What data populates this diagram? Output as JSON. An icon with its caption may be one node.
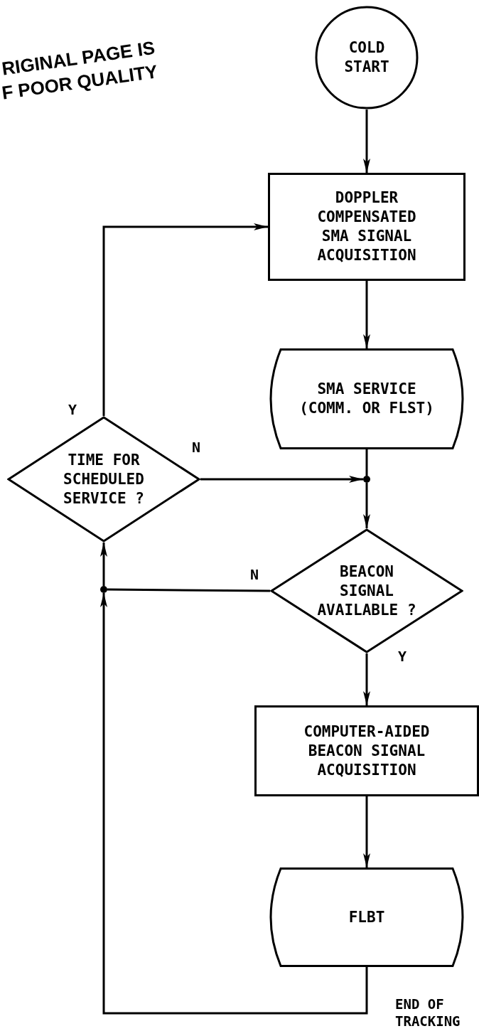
{
  "diagram": {
    "nodes": [
      {
        "text": [
          "COLD START"
        ]
      },
      {
        "text": [
          "DOPPLER COMPENSATED SMA SIGNAL ACQUISITION"
        ]
      },
      {
        "text": [
          "SMA SERVICE (COMM. OR FLST)"
        ]
      },
      {
        "text": [],
        "shape": "dot"
      },
      {
        "text": [
          "TIME FOR SCHEDULED SERVICE ?"
        ]
      },
      {
        "text": [
          "BEACON SIGNAL AVAILABLE ?"
        ]
      },
      {
        "text": [],
        "shape": "dot"
      },
      {
        "text": [
          "COMPUTER-AIDED BEACON SIGNAL ACQUISITION"
        ]
      },
      {
        "text": [
          "FLBT"
        ]
      }
    ],
    "edges": [
      {
        "from": 0,
        "to": 1,
        "arrow": "to"
      },
      {
        "from": 1,
        "to": 2,
        "arrow": "to"
      },
      {
        "from": 2,
        "to": 3,
        "arrow": "none"
      },
      {
        "from": 3,
        "to": 5,
        "arrow": "to"
      },
      {
        "from": 4,
        "to": 3,
        "arrow": "to",
        "label": "N"
      },
      {
        "from": 4,
        "to": 1,
        "arrow": "to",
        "label": "Y"
      },
      {
        "from": 5,
        "to": 6,
        "arrow": "none",
        "label": "N"
      },
      {
        "from": 6,
        "to": 4,
        "arrow": "to"
      },
      {
        "from": 5,
        "to": 7,
        "arrow": "to",
        "label": "Y"
      },
      {
        "from": 7,
        "to": 8,
        "arrow": "to"
      },
      {
        "from": 8,
        "to": 6,
        "arrow": "to"
      }
    ],
    "labels": [
      "RIGINAL PAGE IS",
      "F POOR QUALITY",
      "END OF TRACKING"
    ]
  }
}
